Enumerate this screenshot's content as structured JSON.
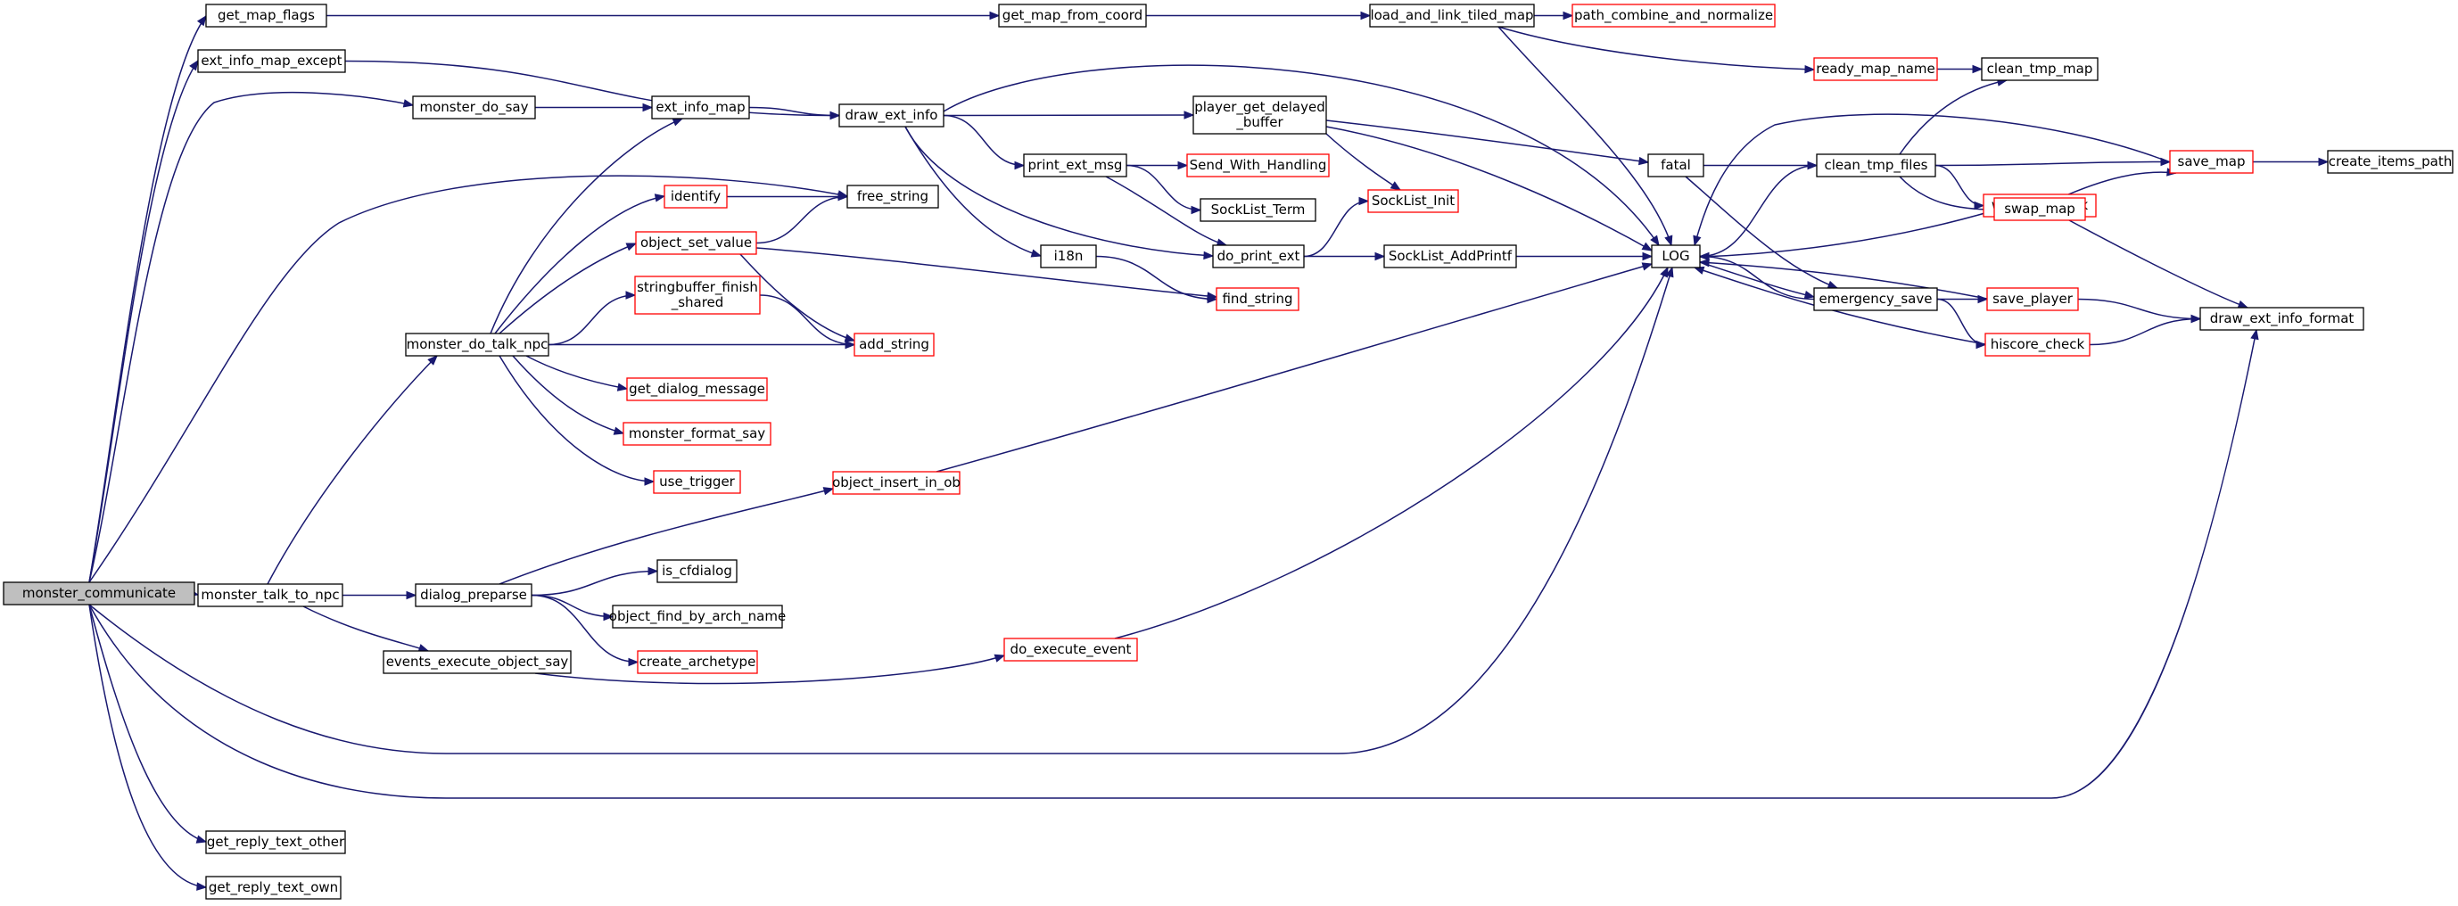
{
  "colors": {
    "edge": "#191970",
    "node_border_normal": "#000000",
    "node_border_truncated": "#ff0000",
    "root_fill": "#bfbfbf",
    "node_fill": "#ffffff"
  },
  "nodes": [
    {
      "id": "monster_communicate",
      "label": [
        "monster_communicate"
      ],
      "style": "root"
    },
    {
      "id": "get_map_flags",
      "label": [
        "get_map_flags"
      ],
      "style": "normal"
    },
    {
      "id": "ext_info_map_except",
      "label": [
        "ext_info_map_except"
      ],
      "style": "normal"
    },
    {
      "id": "monster_do_say",
      "label": [
        "monster_do_say"
      ],
      "style": "normal"
    },
    {
      "id": "free_string",
      "label": [
        "free_string"
      ],
      "style": "normal"
    },
    {
      "id": "monster_do_talk_npc",
      "label": [
        "monster_do_talk_npc"
      ],
      "style": "normal"
    },
    {
      "id": "monster_talk_to_npc",
      "label": [
        "monster_talk_to_npc"
      ],
      "style": "normal"
    },
    {
      "id": "events_execute_object_say",
      "label": [
        "events_execute_object_say"
      ],
      "style": "normal"
    },
    {
      "id": "get_reply_text_other",
      "label": [
        "get_reply_text_other"
      ],
      "style": "normal"
    },
    {
      "id": "get_reply_text_own",
      "label": [
        "get_reply_text_own"
      ],
      "style": "normal"
    },
    {
      "id": "get_map_from_coord",
      "label": [
        "get_map_from_coord"
      ],
      "style": "normal"
    },
    {
      "id": "load_and_link_tiled_map",
      "label": [
        "load_and_link_tiled_map"
      ],
      "style": "normal"
    },
    {
      "id": "path_combine_and_normalize",
      "label": [
        "path_combine_and_normalize"
      ],
      "style": "truncated"
    },
    {
      "id": "ready_map_name",
      "label": [
        "ready_map_name"
      ],
      "style": "truncated"
    },
    {
      "id": "clean_tmp_map",
      "label": [
        "clean_tmp_map"
      ],
      "style": "normal"
    },
    {
      "id": "ext_info_map",
      "label": [
        "ext_info_map"
      ],
      "style": "normal"
    },
    {
      "id": "draw_ext_info",
      "label": [
        "draw_ext_info"
      ],
      "style": "normal"
    },
    {
      "id": "player_get_delayed_buffer",
      "label": [
        "player_get_delayed",
        "_buffer"
      ],
      "style": "normal"
    },
    {
      "id": "print_ext_msg",
      "label": [
        "print_ext_msg"
      ],
      "style": "normal"
    },
    {
      "id": "Send_With_Handling",
      "label": [
        "Send_With_Handling"
      ],
      "style": "truncated"
    },
    {
      "id": "SockList_Term",
      "label": [
        "SockList_Term"
      ],
      "style": "normal"
    },
    {
      "id": "do_print_ext",
      "label": [
        "do_print_ext"
      ],
      "style": "normal"
    },
    {
      "id": "SockList_Init",
      "label": [
        "SockList_Init"
      ],
      "style": "truncated"
    },
    {
      "id": "SockList_AddPrintf",
      "label": [
        "SockList_AddPrintf"
      ],
      "style": "normal"
    },
    {
      "id": "i18n",
      "label": [
        "i18n"
      ],
      "style": "normal"
    },
    {
      "id": "find_string",
      "label": [
        "find_string"
      ],
      "style": "truncated"
    },
    {
      "id": "identify",
      "label": [
        "identify"
      ],
      "style": "truncated"
    },
    {
      "id": "object_set_value",
      "label": [
        "object_set_value"
      ],
      "style": "truncated"
    },
    {
      "id": "stringbuffer_finish_shared",
      "label": [
        "stringbuffer_finish",
        "_shared"
      ],
      "style": "truncated"
    },
    {
      "id": "add_string",
      "label": [
        "add_string"
      ],
      "style": "truncated"
    },
    {
      "id": "get_dialog_message",
      "label": [
        "get_dialog_message"
      ],
      "style": "truncated"
    },
    {
      "id": "monster_format_say",
      "label": [
        "monster_format_say"
      ],
      "style": "truncated"
    },
    {
      "id": "use_trigger",
      "label": [
        "use_trigger"
      ],
      "style": "truncated"
    },
    {
      "id": "object_insert_in_ob",
      "label": [
        "object_insert_in_ob"
      ],
      "style": "truncated"
    },
    {
      "id": "dialog_preparse",
      "label": [
        "dialog_preparse"
      ],
      "style": "normal"
    },
    {
      "id": "is_cfdialog",
      "label": [
        "is_cfdialog"
      ],
      "style": "normal"
    },
    {
      "id": "object_find_by_arch_name",
      "label": [
        "object_find_by_arch_name"
      ],
      "style": "normal"
    },
    {
      "id": "create_archetype",
      "label": [
        "create_archetype"
      ],
      "style": "truncated"
    },
    {
      "id": "do_execute_event",
      "label": [
        "do_execute_event"
      ],
      "style": "truncated"
    },
    {
      "id": "LOG",
      "label": [
        "LOG"
      ],
      "style": "normal"
    },
    {
      "id": "fatal",
      "label": [
        "fatal"
      ],
      "style": "normal"
    },
    {
      "id": "emergency_save",
      "label": [
        "emergency_save"
      ],
      "style": "normal"
    },
    {
      "id": "clean_tmp_files",
      "label": [
        "clean_tmp_files"
      ],
      "style": "normal"
    },
    {
      "id": "write_todclock",
      "label": [
        "write_todclock"
      ],
      "style": "truncated"
    },
    {
      "id": "swap_map",
      "label": [
        "swap_map"
      ],
      "style": "truncated"
    },
    {
      "id": "save_map",
      "label": [
        "save_map"
      ],
      "style": "truncated"
    },
    {
      "id": "create_items_path",
      "label": [
        "create_items_path"
      ],
      "style": "normal"
    },
    {
      "id": "save_player",
      "label": [
        "save_player"
      ],
      "style": "truncated"
    },
    {
      "id": "hiscore_check",
      "label": [
        "hiscore_check"
      ],
      "style": "truncated"
    },
    {
      "id": "draw_ext_info_format",
      "label": [
        "draw_ext_info_format"
      ],
      "style": "normal"
    }
  ],
  "edges": [
    [
      "monster_communicate",
      "get_map_flags"
    ],
    [
      "monster_communicate",
      "ext_info_map_except"
    ],
    [
      "monster_communicate",
      "monster_do_say"
    ],
    [
      "monster_communicate",
      "free_string"
    ],
    [
      "monster_communicate",
      "monster_talk_to_npc"
    ],
    [
      "monster_communicate",
      "LOG"
    ],
    [
      "monster_communicate",
      "draw_ext_info_format"
    ],
    [
      "monster_communicate",
      "get_reply_text_other"
    ],
    [
      "monster_communicate",
      "get_reply_text_own"
    ],
    [
      "get_map_flags",
      "get_map_from_coord"
    ],
    [
      "get_map_from_coord",
      "load_and_link_tiled_map"
    ],
    [
      "load_and_link_tiled_map",
      "path_combine_and_normalize"
    ],
    [
      "load_and_link_tiled_map",
      "ready_map_name"
    ],
    [
      "load_and_link_tiled_map",
      "LOG"
    ],
    [
      "ready_map_name",
      "clean_tmp_map"
    ],
    [
      "ext_info_map_except",
      "draw_ext_info"
    ],
    [
      "monster_do_say",
      "ext_info_map"
    ],
    [
      "ext_info_map",
      "draw_ext_info"
    ],
    [
      "draw_ext_info",
      "LOG"
    ],
    [
      "draw_ext_info",
      "player_get_delayed_buffer"
    ],
    [
      "draw_ext_info",
      "print_ext_msg"
    ],
    [
      "draw_ext_info",
      "do_print_ext"
    ],
    [
      "draw_ext_info",
      "i18n"
    ],
    [
      "player_get_delayed_buffer",
      "fatal"
    ],
    [
      "player_get_delayed_buffer",
      "SockList_Init"
    ],
    [
      "player_get_delayed_buffer",
      "LOG"
    ],
    [
      "print_ext_msg",
      "Send_With_Handling"
    ],
    [
      "print_ext_msg",
      "SockList_Term"
    ],
    [
      "print_ext_msg",
      "do_print_ext"
    ],
    [
      "do_print_ext",
      "SockList_Init"
    ],
    [
      "do_print_ext",
      "SockList_AddPrintf"
    ],
    [
      "SockList_AddPrintf",
      "LOG"
    ],
    [
      "i18n",
      "find_string"
    ],
    [
      "monster_talk_to_npc",
      "monster_do_talk_npc"
    ],
    [
      "monster_talk_to_npc",
      "dialog_preparse"
    ],
    [
      "monster_talk_to_npc",
      "events_execute_object_say"
    ],
    [
      "monster_do_talk_npc",
      "ext_info_map"
    ],
    [
      "monster_do_talk_npc",
      "identify"
    ],
    [
      "monster_do_talk_npc",
      "object_set_value"
    ],
    [
      "monster_do_talk_npc",
      "stringbuffer_finish_shared"
    ],
    [
      "monster_do_talk_npc",
      "add_string"
    ],
    [
      "monster_do_talk_npc",
      "get_dialog_message"
    ],
    [
      "monster_do_talk_npc",
      "monster_format_say"
    ],
    [
      "monster_do_talk_npc",
      "use_trigger"
    ],
    [
      "identify",
      "free_string"
    ],
    [
      "object_set_value",
      "free_string"
    ],
    [
      "object_set_value",
      "find_string"
    ],
    [
      "object_set_value",
      "add_string"
    ],
    [
      "stringbuffer_finish_shared",
      "add_string"
    ],
    [
      "dialog_preparse",
      "object_insert_in_ob"
    ],
    [
      "dialog_preparse",
      "is_cfdialog"
    ],
    [
      "dialog_preparse",
      "object_find_by_arch_name"
    ],
    [
      "dialog_preparse",
      "create_archetype"
    ],
    [
      "object_insert_in_ob",
      "LOG"
    ],
    [
      "events_execute_object_say",
      "do_execute_event"
    ],
    [
      "do_execute_event",
      "LOG"
    ],
    [
      "fatal",
      "clean_tmp_files"
    ],
    [
      "fatal",
      "emergency_save"
    ],
    [
      "LOG",
      "clean_tmp_files"
    ],
    [
      "LOG",
      "emergency_save"
    ],
    [
      "clean_tmp_files",
      "clean_tmp_map"
    ],
    [
      "clean_tmp_files",
      "save_map"
    ],
    [
      "clean_tmp_files",
      "write_todclock"
    ],
    [
      "clean_tmp_files",
      "swap_map"
    ],
    [
      "save_map",
      "create_items_path"
    ],
    [
      "save_map",
      "LOG"
    ],
    [
      "swap_map",
      "save_map"
    ],
    [
      "swap_map",
      "LOG"
    ],
    [
      "swap_map",
      "draw_ext_info_format"
    ],
    [
      "emergency_save",
      "save_player"
    ],
    [
      "emergency_save",
      "hiscore_check"
    ],
    [
      "emergency_save",
      "LOG"
    ],
    [
      "save_player",
      "draw_ext_info_format"
    ],
    [
      "save_player",
      "LOG"
    ],
    [
      "hiscore_check",
      "draw_ext_info_format"
    ],
    [
      "hiscore_check",
      "LOG"
    ]
  ]
}
